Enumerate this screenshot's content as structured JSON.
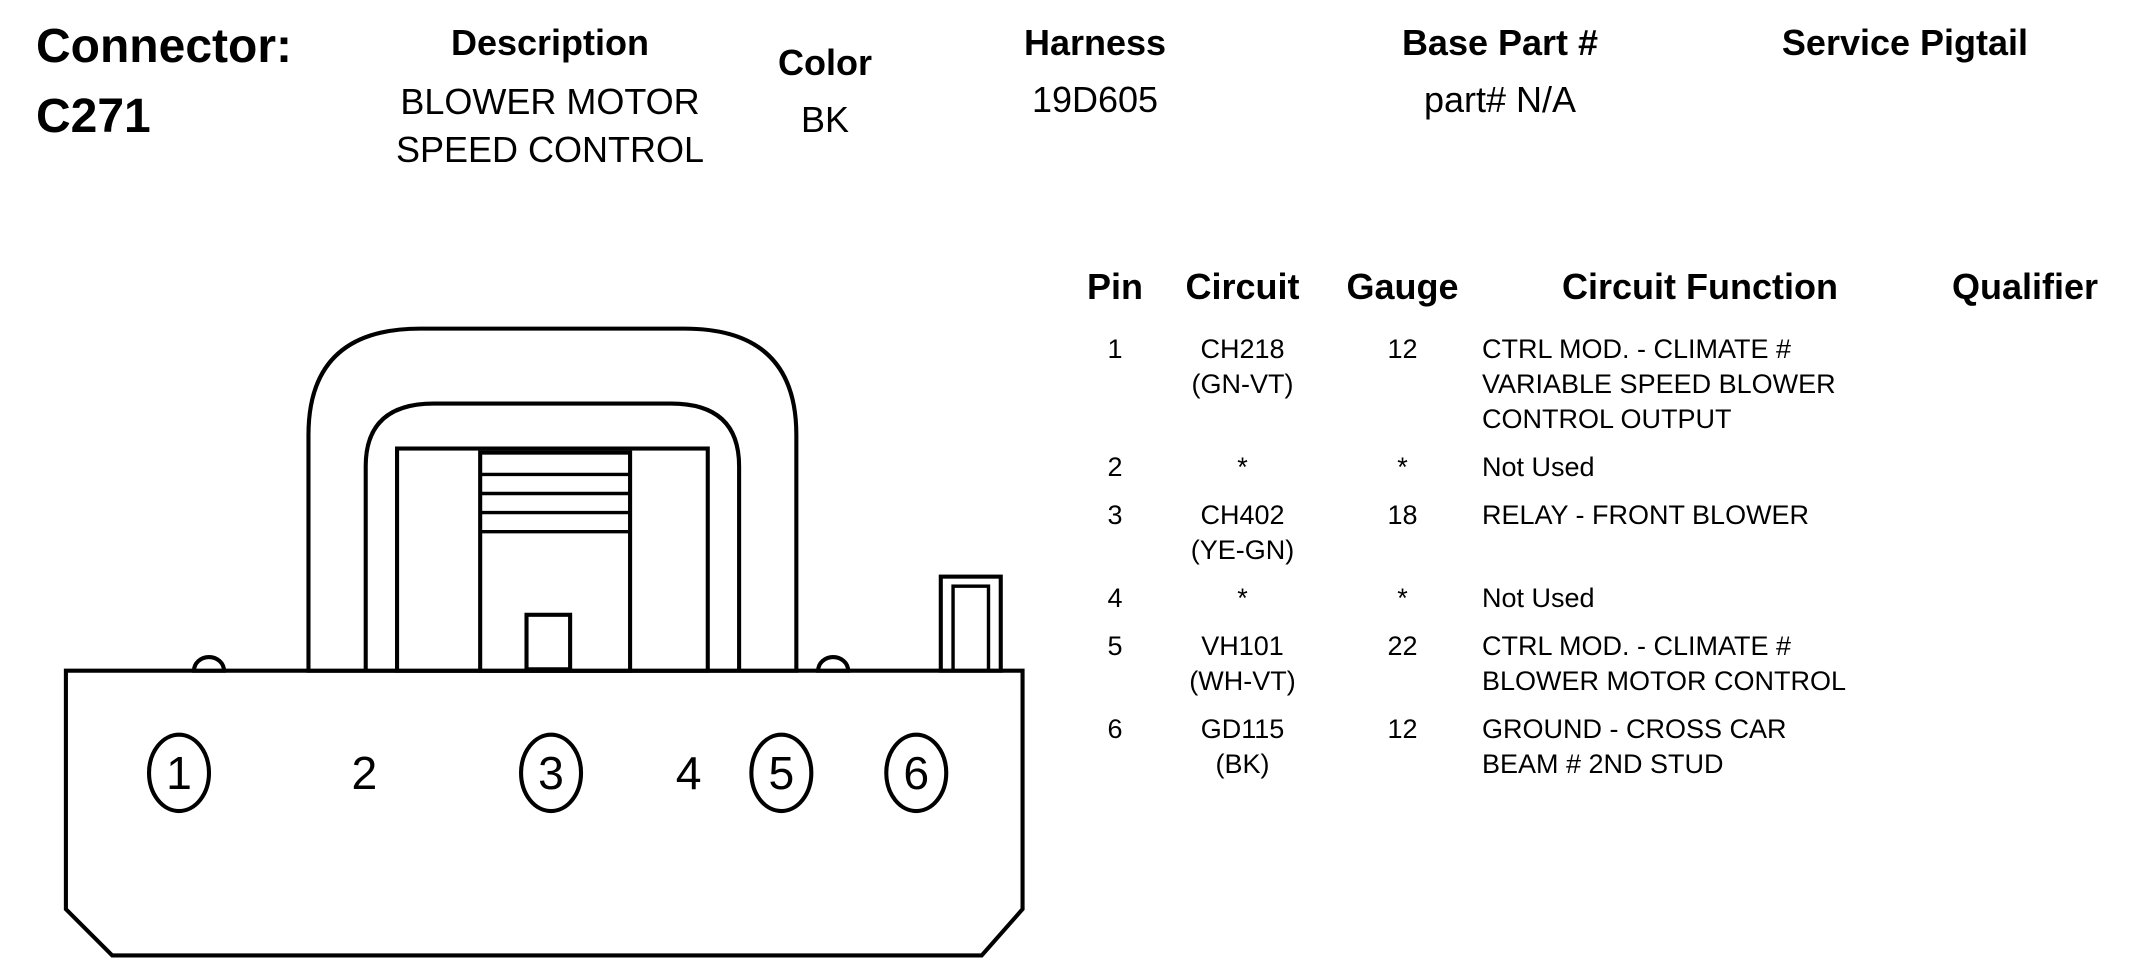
{
  "header": {
    "connector_label": "Connector:",
    "connector_id": "C271",
    "description": {
      "label": "Description",
      "lines": [
        "BLOWER MOTOR",
        "SPEED CONTROL"
      ]
    },
    "color": {
      "label": "Color",
      "value": "BK"
    },
    "harness": {
      "label": "Harness",
      "value": "19D605"
    },
    "base_part": {
      "label": "Base Part #",
      "value": "part# N/A"
    },
    "service_pigtail": {
      "label": "Service Pigtail"
    }
  },
  "pin_table": {
    "headers": [
      "Pin",
      "Circuit",
      "Gauge",
      "Circuit Function",
      "Qualifier"
    ],
    "rows": [
      {
        "pin": "1",
        "circuit": [
          "CH218",
          "(GN-VT)"
        ],
        "gauge": "12",
        "function_lines": [
          "CTRL MOD. - CLIMATE #",
          "VARIABLE SPEED BLOWER",
          "CONTROL OUTPUT"
        ],
        "qualifier": ""
      },
      {
        "pin": "2",
        "circuit": [
          "*"
        ],
        "gauge": "*",
        "function_lines": [
          "Not Used"
        ],
        "qualifier": ""
      },
      {
        "pin": "3",
        "circuit": [
          "CH402",
          "(YE-GN)"
        ],
        "gauge": "18",
        "function_lines": [
          "RELAY - FRONT BLOWER"
        ],
        "qualifier": ""
      },
      {
        "pin": "4",
        "circuit": [
          "*"
        ],
        "gauge": "*",
        "function_lines": [
          "Not Used"
        ],
        "qualifier": ""
      },
      {
        "pin": "5",
        "circuit": [
          "VH101",
          "(WH-VT)"
        ],
        "gauge": "22",
        "function_lines": [
          "CTRL MOD. - CLIMATE #",
          "BLOWER MOTOR CONTROL"
        ],
        "qualifier": ""
      },
      {
        "pin": "6",
        "circuit": [
          "GD115",
          "(BK)"
        ],
        "gauge": "12",
        "function_lines": [
          "GROUND - CROSS CAR",
          "BEAM # 2ND STUD"
        ],
        "qualifier": ""
      }
    ]
  },
  "connector": {
    "pins": [
      {
        "label": "1",
        "shaded": false
      },
      {
        "label": "2",
        "shaded": true
      },
      {
        "label": "3",
        "shaded": false
      },
      {
        "label": "4",
        "shaded": true
      },
      {
        "label": "5",
        "shaded": false
      },
      {
        "label": "6",
        "shaded": false
      }
    ],
    "colors": {
      "outline": "#000000",
      "background": "#ffffff",
      "shaded_pin_fill": "#a6a6a6",
      "shaded_pin_text": "#6f6f6f"
    }
  }
}
